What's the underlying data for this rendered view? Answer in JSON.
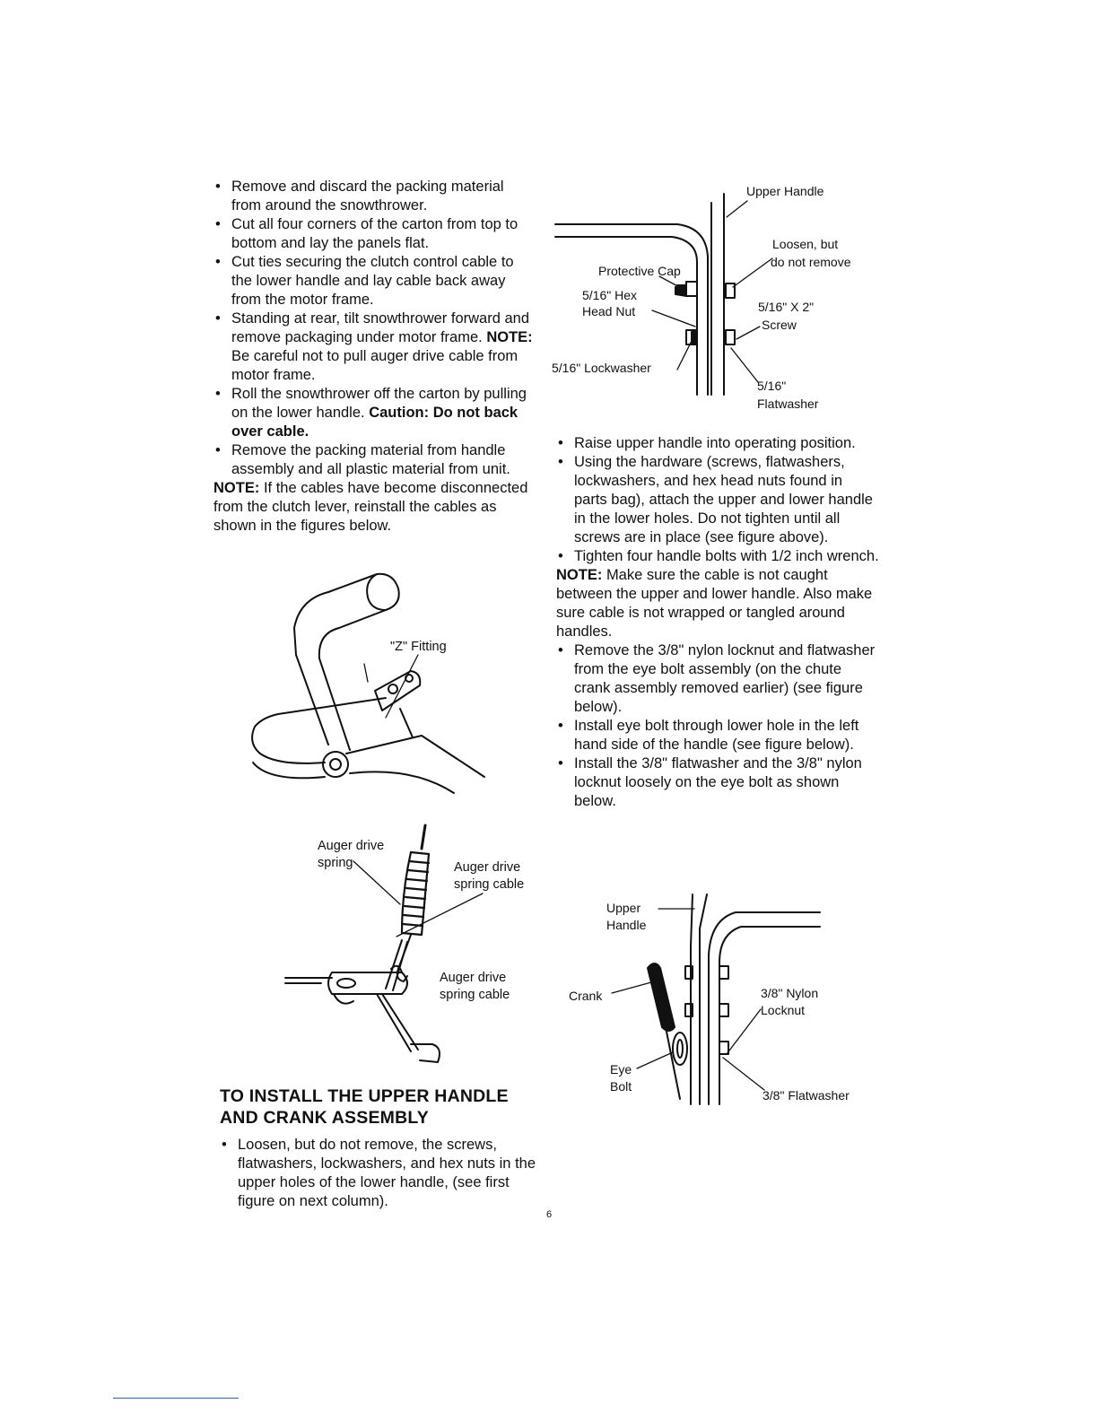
{
  "left": {
    "bullets": [
      "Remove and discard the packing material from around the snowthrower.",
      "Cut all four corners of the carton from top to bottom and lay the panels flat.",
      "Cut ties securing the clutch control cable to the lower handle and lay cable back away from the motor frame."
    ],
    "bullet4": {
      "text": "Standing at rear, tilt snowthrower forward and remove packaging under motor frame.",
      "note_label": "NOTE:",
      "note_text": "Be careful not to pull auger drive cable from motor frame."
    },
    "bullet5": {
      "text": "Roll the snowthrower off the carton by pulling on the lower handle.",
      "caution": "Caution: Do not back over cable."
    },
    "bullet6": "Remove the packing material from handle assembly and all plastic material from unit.",
    "note": {
      "label": "NOTE:",
      "text": "If the cables have become disconnected from the clutch lever, reinstall the cables as shown in the figures below."
    }
  },
  "fig_z": {
    "label": "\"Z\" Fitting"
  },
  "fig_spring": {
    "label_spring_1": "Auger drive",
    "label_spring_2": "spring",
    "label_cable_a_1": "Auger drive",
    "label_cable_a_2": "spring cable",
    "label_cable_b_1": "Auger drive",
    "label_cable_b_2": "spring cable"
  },
  "section": {
    "heading_1": "TO INSTALL THE UPPER HANDLE",
    "heading_2": "AND CRANK ASSEMBLY",
    "bullet": "Loosen, but do not remove, the screws, flatwashers, lockwashers, and hex nuts in the upper holes of the lower handle, (see first figure on next column)."
  },
  "fig_handle": {
    "upper_handle": "Upper Handle",
    "loosen_1": "Loosen, but",
    "loosen_2": "do not remove",
    "protective_cap": "Protective Cap",
    "hex_1": "5/16\" Hex",
    "hex_2": "Head Nut",
    "screw_1": "5/16\" X 2\"",
    "screw_2": "Screw",
    "lockwasher": "5/16\" Lockwasher",
    "flatwasher_1": "5/16\"",
    "flatwasher_2": "Flatwasher"
  },
  "right": {
    "bullets": [
      "Raise upper handle into operating position.",
      "Using the hardware (screws, flatwashers, lockwashers, and hex head nuts found in parts bag), attach the upper and lower handle in the lower holes. Do not tighten until all screws are in place (see figure above).",
      "Tighten four handle bolts with 1/2 inch wrench."
    ],
    "note": {
      "label": "NOTE:",
      "text": "Make sure the cable is not caught between the upper and lower handle. Also make sure cable is not wrapped or tangled around handles."
    },
    "bullets2": [
      "Remove the 3/8\" nylon locknut and flatwasher from the eye bolt assembly (on the chute crank assembly removed earlier) (see figure below).",
      "Install eye bolt through lower hole in the left hand side of the handle (see figure below).",
      "Install the 3/8\" flatwasher and the 3/8\" nylon locknut loosely on the eye bolt as shown below."
    ]
  },
  "fig_crank": {
    "upper_1": "Upper",
    "upper_2": "Handle",
    "crank": "Crank",
    "locknut_1": "3/8\" Nylon",
    "locknut_2": "Locknut",
    "eye_1": "Eye",
    "eye_2": "Bolt",
    "flatwasher": "3/8\" Flatwasher"
  },
  "page_number": "6"
}
